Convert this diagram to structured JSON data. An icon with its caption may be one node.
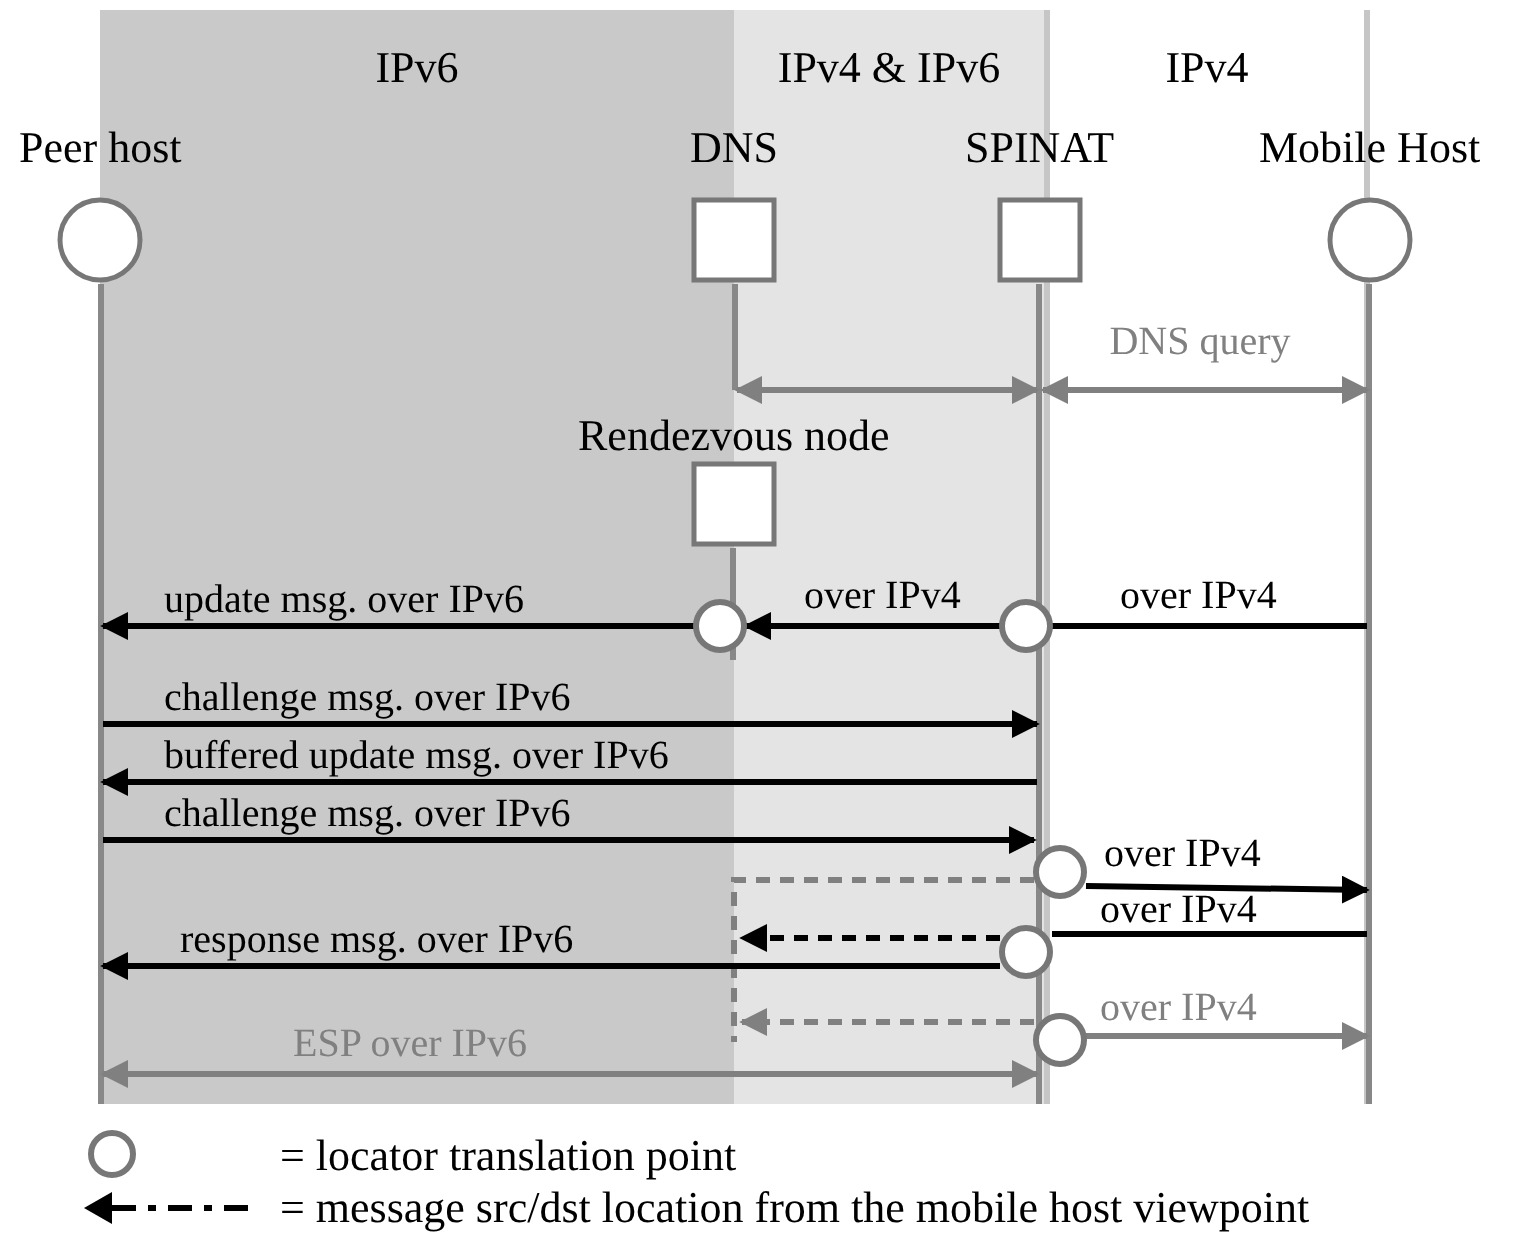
{
  "diagram": {
    "nodes": [
      {
        "text": [
          "IPv6"
        ]
      },
      {
        "text": [
          "IPv4 & IPv6"
        ]
      },
      {
        "text": [
          "IPv4"
        ]
      },
      {
        "text": [
          "Peer host"
        ]
      },
      {
        "text": [
          "DNS"
        ]
      },
      {
        "text": [
          "SPINAT"
        ]
      },
      {
        "text": [
          "Mobile Host"
        ]
      },
      {
        "text": [
          "Rendezvous node"
        ]
      },
      {
        "text": [],
        "shape": "circle",
        "in": 7
      },
      {
        "text": [],
        "shape": "circle",
        "in": 5
      },
      {
        "text": [],
        "shape": "circle",
        "in": 5
      },
      {
        "text": [],
        "shape": "circle",
        "in": 5
      },
      {
        "text": [],
        "shape": "circle",
        "in": 5
      }
    ],
    "edges": [
      {
        "from": 4,
        "to": 5,
        "arrow": "both",
        "color": "#808080"
      },
      {
        "from": 5,
        "to": 6,
        "arrow": "both",
        "label": "DNS query",
        "color": "#808080"
      },
      {
        "from": 6,
        "to": 9,
        "arrow": "none",
        "label": "over IPv4"
      },
      {
        "from": 9,
        "to": 8,
        "arrow": "to",
        "label": "over IPv4"
      },
      {
        "from": 8,
        "to": 3,
        "arrow": "to",
        "label": "update msg. over IPv6"
      },
      {
        "from": 3,
        "to": 5,
        "arrow": "to",
        "label": "challenge msg. over IPv6"
      },
      {
        "from": 5,
        "to": 3,
        "arrow": "to",
        "label": "buffered update msg. over IPv6"
      },
      {
        "from": 3,
        "to": 10,
        "arrow": "to",
        "label": "challenge msg. over IPv6"
      },
      {
        "from": 10,
        "to": null,
        "arrow": "none",
        "style": "dashed",
        "color": "#808080"
      },
      {
        "from": 10,
        "to": 6,
        "arrow": "to",
        "label": "over IPv4"
      },
      {
        "from": 6,
        "to": 11,
        "arrow": "none",
        "label": "over IPv4"
      },
      {
        "from": 11,
        "to": null,
        "arrow": "to",
        "style": "dashed"
      },
      {
        "from": 11,
        "to": 3,
        "arrow": "to",
        "label": "response msg. over IPv6"
      },
      {
        "from": 12,
        "to": null,
        "arrow": "to",
        "style": "dashed",
        "color": "#808080"
      },
      {
        "from": 12,
        "to": 6,
        "arrow": "to",
        "label": "over IPv4",
        "color": "#808080"
      },
      {
        "from": 3,
        "to": 5,
        "arrow": "both",
        "label": "ESP over IPv6",
        "color": "#808080"
      }
    ],
    "legend": [
      {
        "text": "= locator translation point"
      },
      {
        "text": "= message src/dst location from the mobile host viewpoint"
      }
    ]
  }
}
